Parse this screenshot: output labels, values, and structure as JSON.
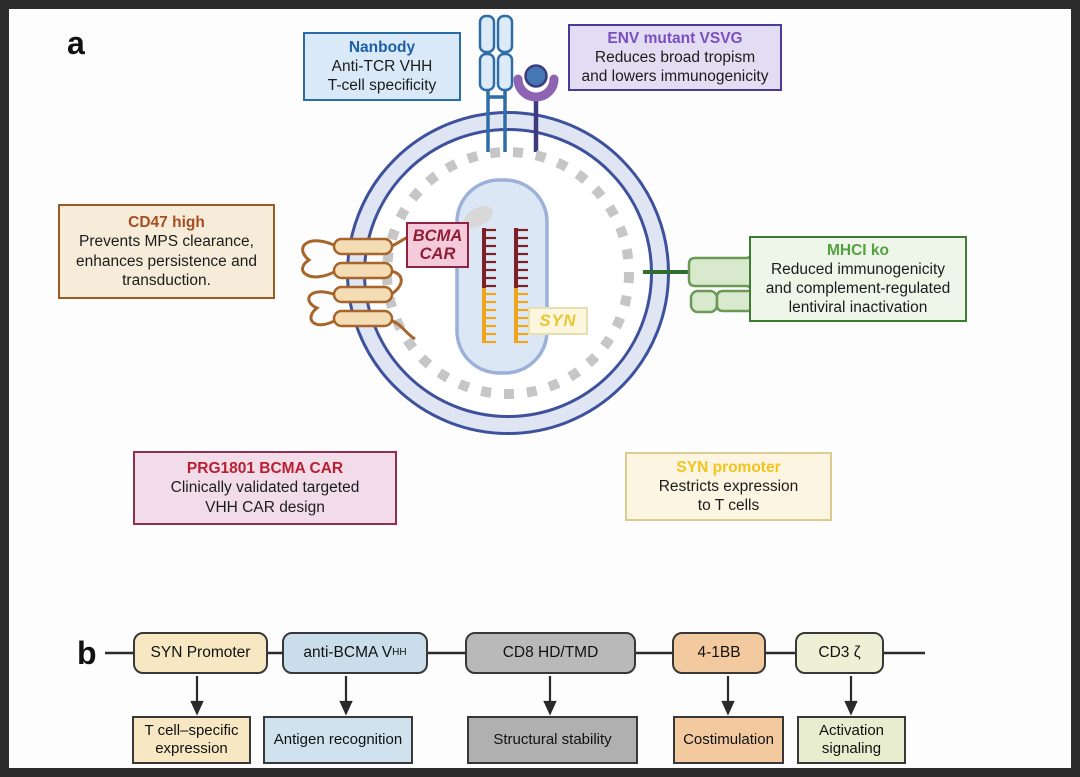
{
  "figure": {
    "panel_a": {
      "label": "a",
      "boxes": {
        "nanbody": {
          "title": "Nanbody",
          "lines": [
            "Anti-TCR VHH",
            "T-cell specificity"
          ],
          "title_color": "#1d5fa5",
          "fill": "#d9e9f8",
          "border": "#2a6ca8"
        },
        "env": {
          "title": "ENV mutant VSVG",
          "lines": [
            "Reduces broad tropism",
            "and lowers immunogenicity"
          ],
          "title_color": "#7b4fc0",
          "fill": "#e3ddf3",
          "border": "#4a3a99"
        },
        "cd47": {
          "title": "CD47 high",
          "lines": [
            "Prevents MPS clearance,",
            "enhances persistence and",
            "transduction."
          ],
          "title_color": "#a54e22",
          "fill": "#f6ecd9",
          "border": "#9a5b22"
        },
        "mhci": {
          "title": "MHCI ko",
          "lines": [
            "Reduced immunogenicity",
            "and complement-regulated",
            "lentiviral inactivation"
          ],
          "title_color": "#53a03f",
          "fill": "#eef5e9",
          "border": "#3c7d31"
        },
        "prg": {
          "title": "PRG1801 BCMA CAR",
          "lines": [
            "Clinically validated targeted",
            "VHH  CAR design"
          ],
          "title_color": "#b72031",
          "fill": "#f3dcea",
          "border": "#8f3052"
        },
        "syn_promoter": {
          "title": "SYN promoter",
          "lines": [
            "Restricts expression",
            "to T cells"
          ],
          "title_color": "#f2c41d",
          "fill": "#fbf5e1",
          "border": "#dcca8f"
        }
      },
      "inner_labels": {
        "bcma_car_line1": "BCMA",
        "bcma_car_line2": "CAR",
        "syn": "SYN"
      },
      "icons": {
        "nanobody_spike": "antibody-like anti-TCR VHH spike",
        "vsvg_receptor": "ENV mutant VSVG receptor",
        "cd47_protein": "CD47 multipass membrane protein",
        "mhc_protein": "MHC class I molecule",
        "rna_genome": "two RNA strands (CAR cassette maroon, SYN promoter orange)"
      }
    },
    "panel_b": {
      "label": "b",
      "segments": [
        {
          "label": "SYN Promoter",
          "sub": "",
          "function": "T cell–specific expression",
          "fill": "#f7e8c3"
        },
        {
          "label": "anti-BCMA V",
          "sub": "HH",
          "function": "Antigen recognition",
          "fill": "#c9ddeb"
        },
        {
          "label": "CD8 HD/TMD",
          "sub": "",
          "function": "Structural stability",
          "fill": "#b9b9b9"
        },
        {
          "label": "4-1BB",
          "sub": "",
          "function": "Costimulation",
          "fill": "#f3c99f"
        },
        {
          "label": "CD3 ζ",
          "sub": "",
          "function": "Activation signaling",
          "fill": "#eef0d6"
        }
      ]
    }
  }
}
